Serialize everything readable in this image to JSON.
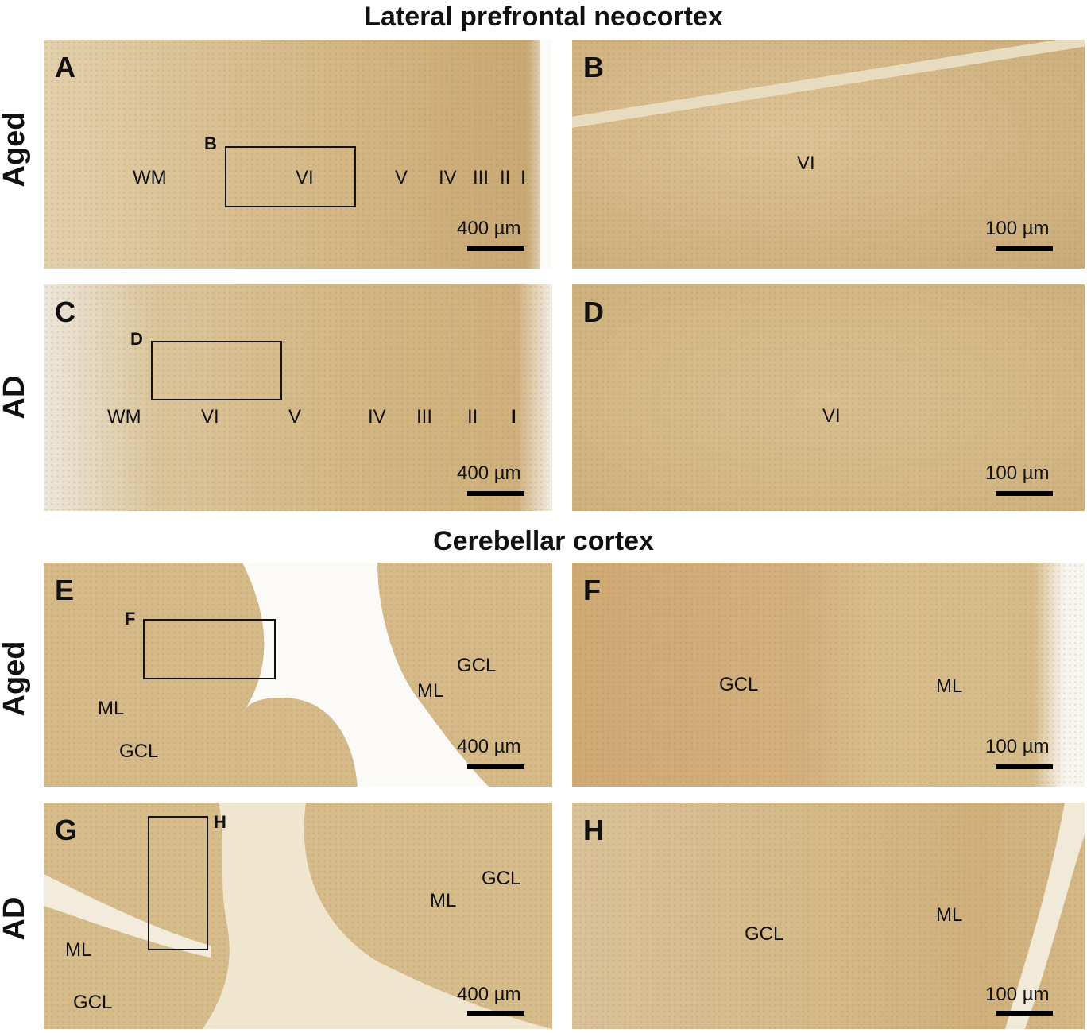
{
  "titles": {
    "prefrontal": "Lateral prefrontal neocortex",
    "cerebellar": "Cerebellar cortex"
  },
  "row_labels": {
    "aged_1": "Aged",
    "ad_1": "AD",
    "aged_2": "Aged",
    "ad_2": "AD"
  },
  "panels": {
    "A": {
      "letter": "A",
      "box_letter": "B",
      "layers": [
        "WM",
        "VI",
        "V",
        "IV",
        "III",
        "II",
        "I"
      ],
      "scale": "400 µm"
    },
    "B": {
      "letter": "B",
      "layers": [
        "VI"
      ],
      "scale": "100 µm"
    },
    "C": {
      "letter": "C",
      "box_letter": "D",
      "layers": [
        "WM",
        "VI",
        "V",
        "IV",
        "III",
        "II",
        "I"
      ],
      "scale": "400 µm"
    },
    "D": {
      "letter": "D",
      "layers": [
        "VI"
      ],
      "scale": "100 µm"
    },
    "E": {
      "letter": "E",
      "box_letter": "F",
      "layers": [
        "GCL",
        "ML",
        "ML",
        "GCL"
      ],
      "scale": "400 µm"
    },
    "F": {
      "letter": "F",
      "layers": [
        "GCL",
        "ML"
      ],
      "scale": "100 µm"
    },
    "G": {
      "letter": "G",
      "box_letter": "H",
      "layers": [
        "GCL",
        "ML",
        "ML",
        "GCL"
      ],
      "scale": "400 µm"
    },
    "H": {
      "letter": "H",
      "layers": [
        "GCL",
        "ML"
      ],
      "scale": "100 µm"
    }
  }
}
